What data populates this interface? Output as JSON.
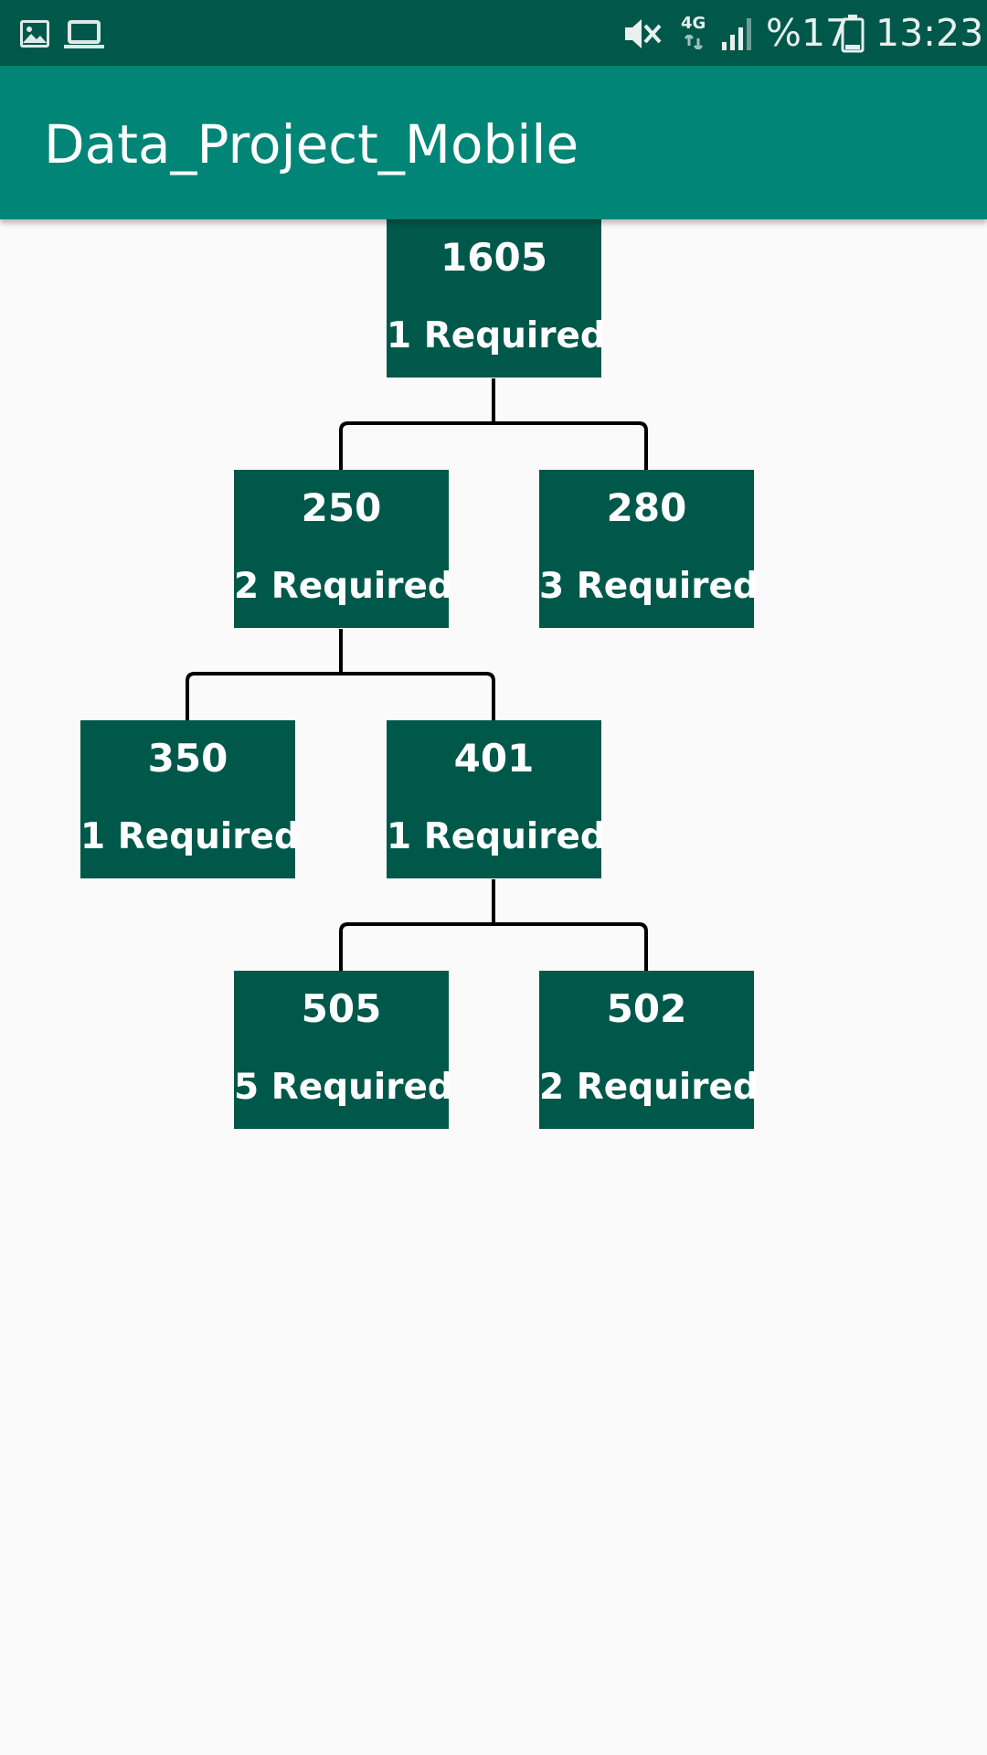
{
  "status_bar": {
    "left_icons": [
      "image-icon",
      "laptop-icon"
    ],
    "right_icons": [
      "mute-icon",
      "network-4g-icon",
      "signal-icon",
      "battery-icon"
    ],
    "network_label": "4G",
    "battery_text": "%17",
    "time": "13:23"
  },
  "app_bar": {
    "title": "Data_Project_Mobile"
  },
  "tree": {
    "nodes": [
      {
        "code": "1605",
        "required": "1 Required"
      },
      {
        "code": "250",
        "required": "2 Required"
      },
      {
        "code": "280",
        "required": "3 Required"
      },
      {
        "code": "350",
        "required": "1 Required"
      },
      {
        "code": "401",
        "required": "1 Required"
      },
      {
        "code": "505",
        "required": "5 Required"
      },
      {
        "code": "502",
        "required": "2 Required"
      }
    ],
    "edges": [
      [
        "1605",
        "250"
      ],
      [
        "1605",
        "280"
      ],
      [
        "250",
        "350"
      ],
      [
        "250",
        "401"
      ],
      [
        "401",
        "505"
      ],
      [
        "401",
        "502"
      ]
    ]
  },
  "colors": {
    "status_bar": "#00584a",
    "app_bar": "#008577",
    "node_fill": "#00584a",
    "node_text": "#ffffff",
    "connector": "#000000",
    "background": "#fafafa"
  }
}
